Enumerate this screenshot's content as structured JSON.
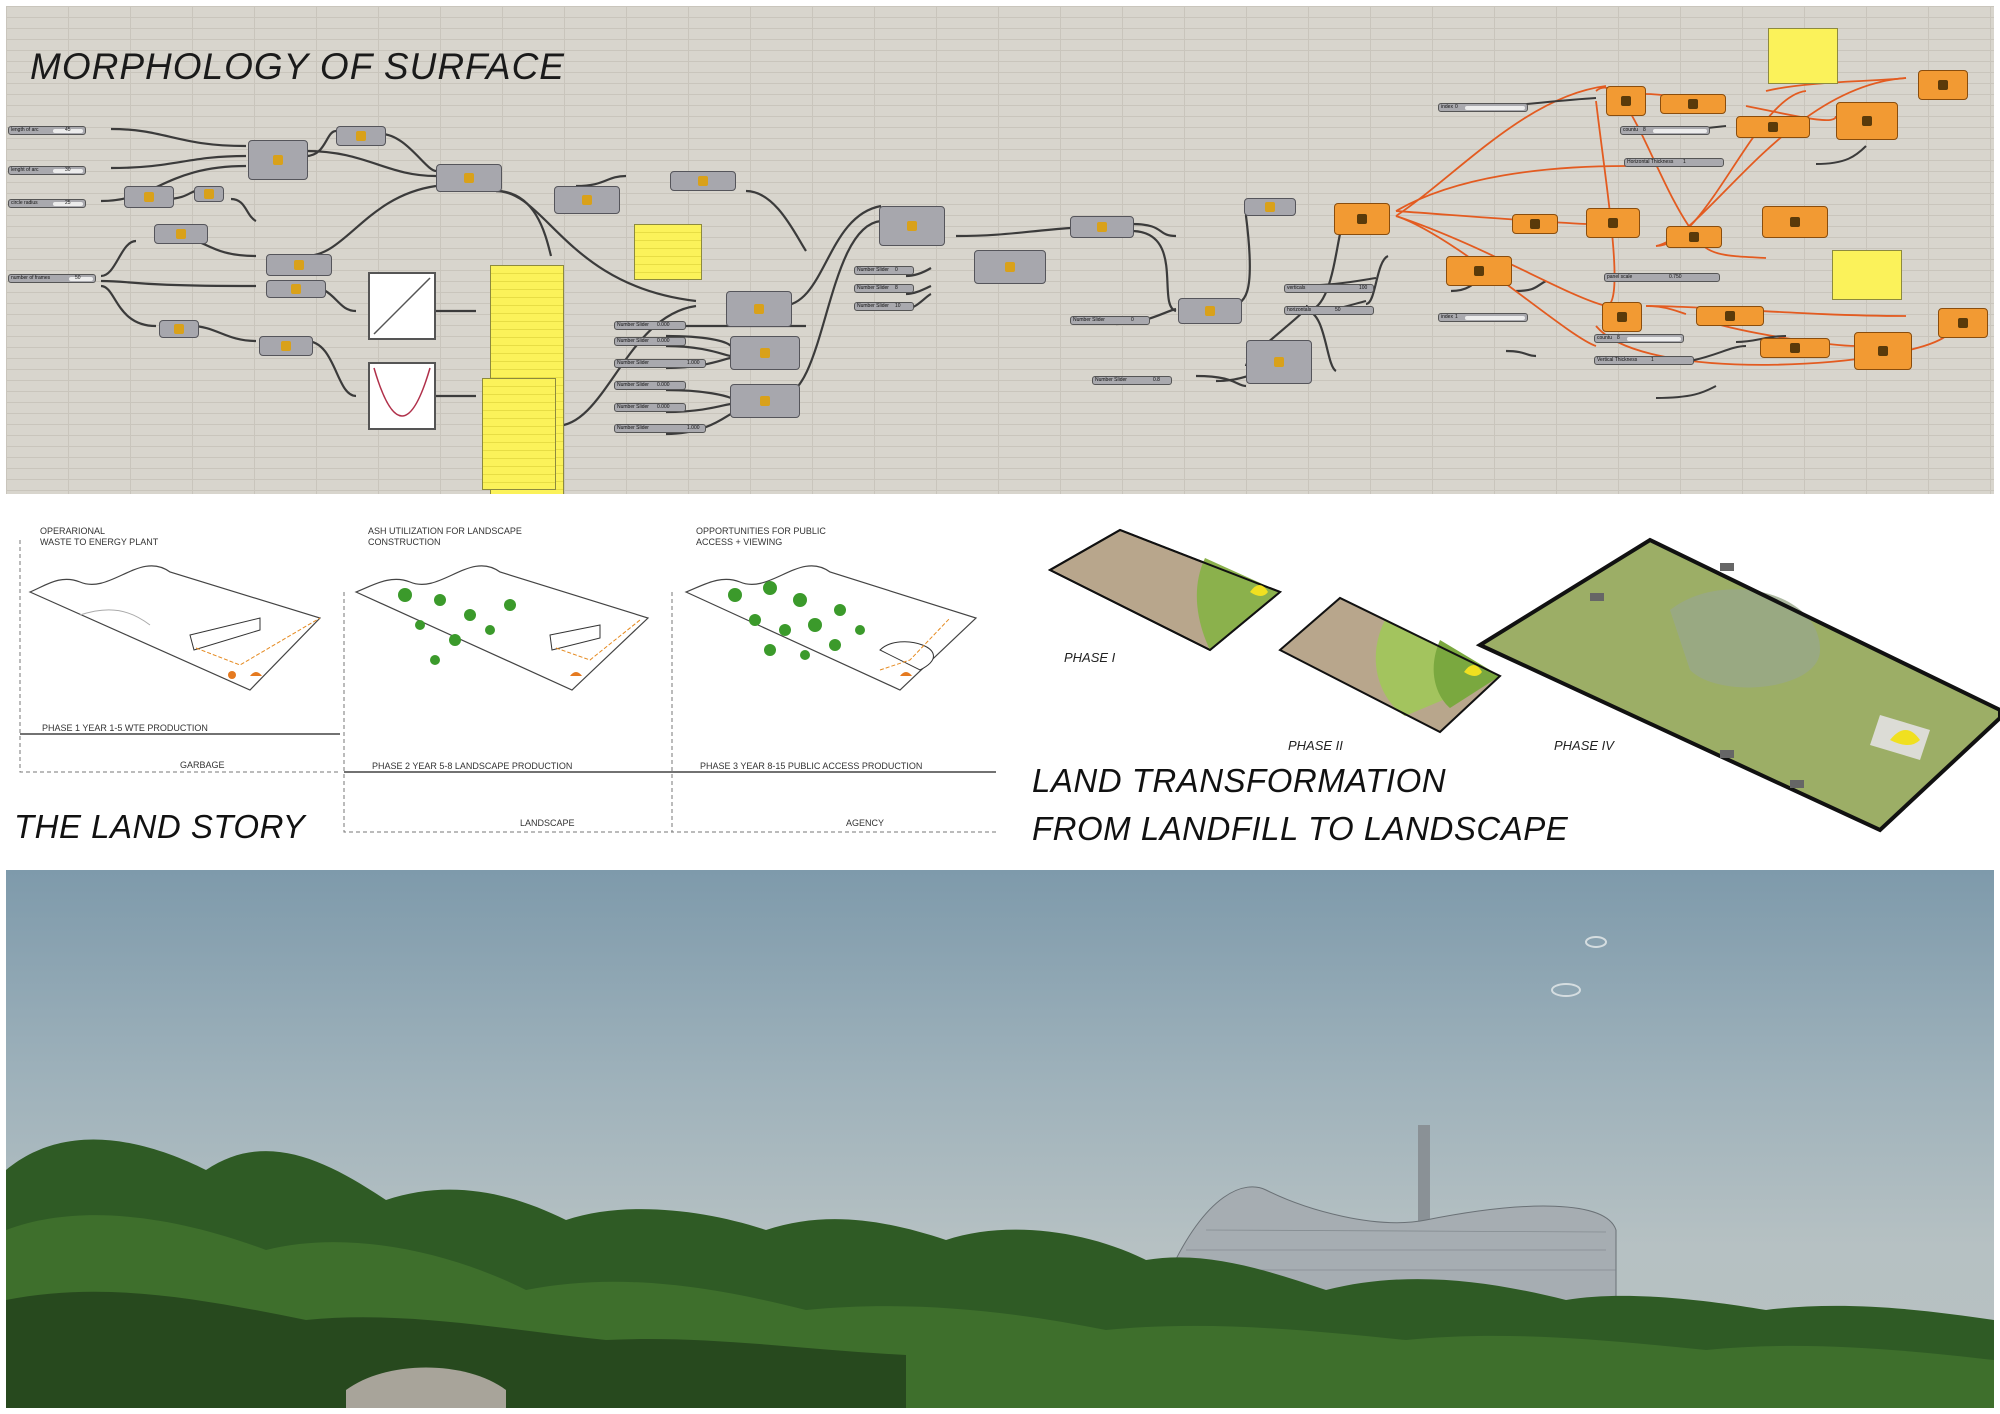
{
  "gh": {
    "title": "MORPHOLOGY OF SURFACE",
    "sliders": [
      {
        "name": "length of arc",
        "value": "45"
      },
      {
        "name": "lenght of arc",
        "value": "30"
      },
      {
        "name": "circle radius",
        "value": "25"
      },
      {
        "name": "number of frames",
        "value": "50"
      },
      {
        "name": "Number Slider",
        "value": "0.000"
      },
      {
        "name": "Number Slider",
        "value": "0.000"
      },
      {
        "name": "Number Slider",
        "value": "1.000"
      },
      {
        "name": "Number Slider",
        "value": "0.000"
      },
      {
        "name": "Number Slider",
        "value": "0.000"
      },
      {
        "name": "Number Slider",
        "value": "1.000"
      },
      {
        "name": "Number Slider",
        "value": "0"
      },
      {
        "name": "Number Slider",
        "value": "8"
      },
      {
        "name": "Number Slider",
        "value": "10"
      },
      {
        "name": "Number Slider",
        "value": "0"
      },
      {
        "name": "Number Slider",
        "value": "0.8"
      },
      {
        "name": "index",
        "value": "0"
      },
      {
        "name": "countu",
        "value": "8"
      },
      {
        "name": "Horizontal Thickness",
        "value": "1"
      },
      {
        "name": "verticals",
        "value": "100"
      },
      {
        "name": "horizontals",
        "value": "50"
      },
      {
        "name": "panel scale",
        "value": "0.750"
      },
      {
        "name": "index",
        "value": "1"
      },
      {
        "name": "countu",
        "value": "8"
      },
      {
        "name": "Vertical Thickness",
        "value": "1"
      }
    ]
  },
  "story": {
    "heading": "THE LAND STORY",
    "stages": [
      {
        "top": "OPERARIONAL\nWASTE TO ENERGY PLANT",
        "phase": "PHASE 1 YEAR 1-5 WTE PRODUCTION",
        "label": "GARBAGE"
      },
      {
        "top": "ASH UTILIZATION FOR LANDSCAPE\nCONSTRUCTION",
        "phase": "PHASE 2 YEAR 5-8 LANDSCAPE PRODUCTION",
        "label": "LANDSCAPE"
      },
      {
        "top": "OPPORTUNITIES FOR PUBLIC\nACCESS + VIEWING",
        "phase": "PHASE 3 YEAR 8-15 PUBLIC ACCESS PRODUCTION",
        "label": "AGENCY"
      }
    ]
  },
  "transform": {
    "heading_line1": "LAND TRANSFORMATION",
    "heading_line2": "FROM LANDFILL TO LANDSCAPE",
    "phases": [
      "PHASE I",
      "PHASE II",
      "PHASE IV"
    ]
  },
  "colors": {
    "canvas": "#d8d5cd",
    "node_grey": "#a7a7ad",
    "node_orange": "#f29a33",
    "panel_yellow": "#fbf25a",
    "wire_dark": "#3b3b3b",
    "wire_orange": "#e35b20",
    "landfill": "#b8a68c",
    "green": "#8bb14c",
    "forest": "#2f5b25"
  }
}
